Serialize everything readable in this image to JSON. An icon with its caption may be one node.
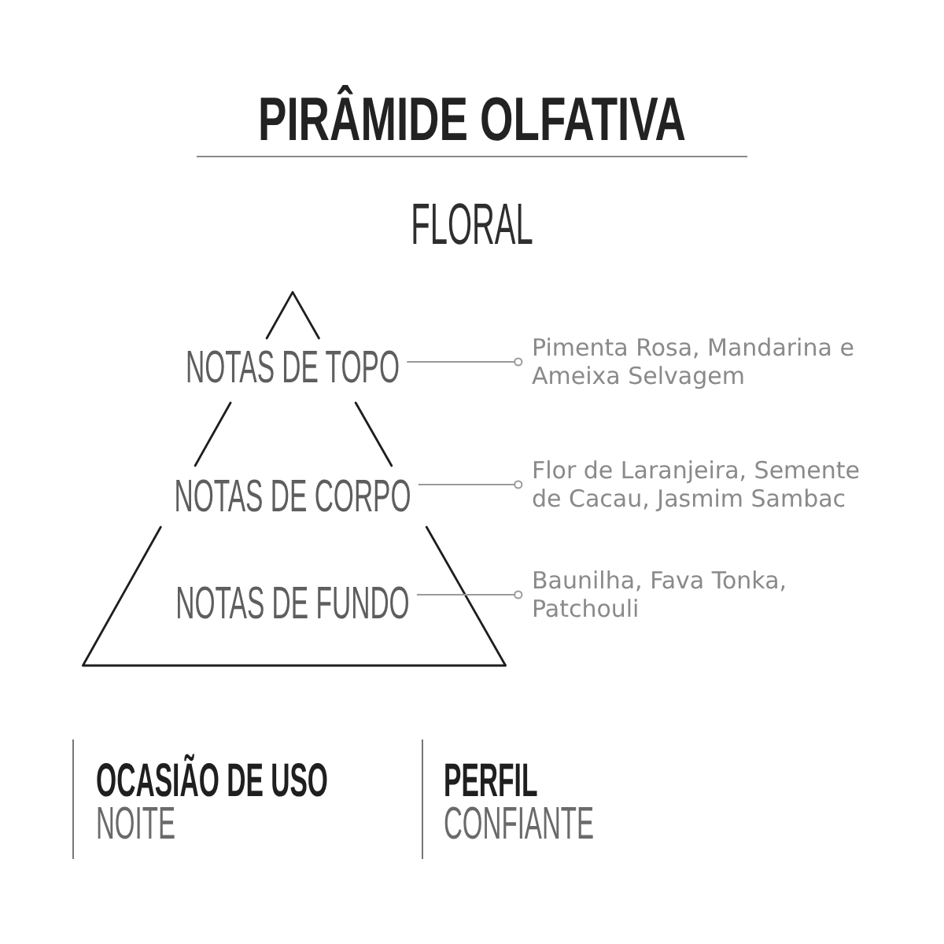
{
  "diagram": {
    "title": "PIRÂMIDE OLFATIVA",
    "nodes": [
      {
        "text": [],
        "shape": "triangle"
      },
      {
        "text": [
          "NOTAS DE TOPO"
        ],
        "in": 0
      },
      {
        "text": [
          "NOTAS DE CORPO"
        ],
        "in": 0
      },
      {
        "text": [
          "NOTAS DE FUNDO"
        ],
        "in": 0
      },
      {
        "text": [
          "Pimenta Rosa, Mandarina e Ameixa Selvagem"
        ]
      },
      {
        "text": [
          "Flor de Laranjeira, Semente de Cacau, Jasmim Sambac"
        ]
      },
      {
        "text": [
          "Baunilha, Fava Tonka, Patchouli"
        ]
      }
    ],
    "edges": [
      {
        "from": 1,
        "to": 4,
        "arrow": "other"
      },
      {
        "from": 2,
        "to": 5,
        "arrow": "other"
      },
      {
        "from": 3,
        "to": 6,
        "arrow": "other"
      }
    ],
    "labels": [
      "FLORAL",
      "OCASIÃO DE USO",
      "NOITE",
      "PERFIL",
      "CONFIANTE"
    ]
  }
}
